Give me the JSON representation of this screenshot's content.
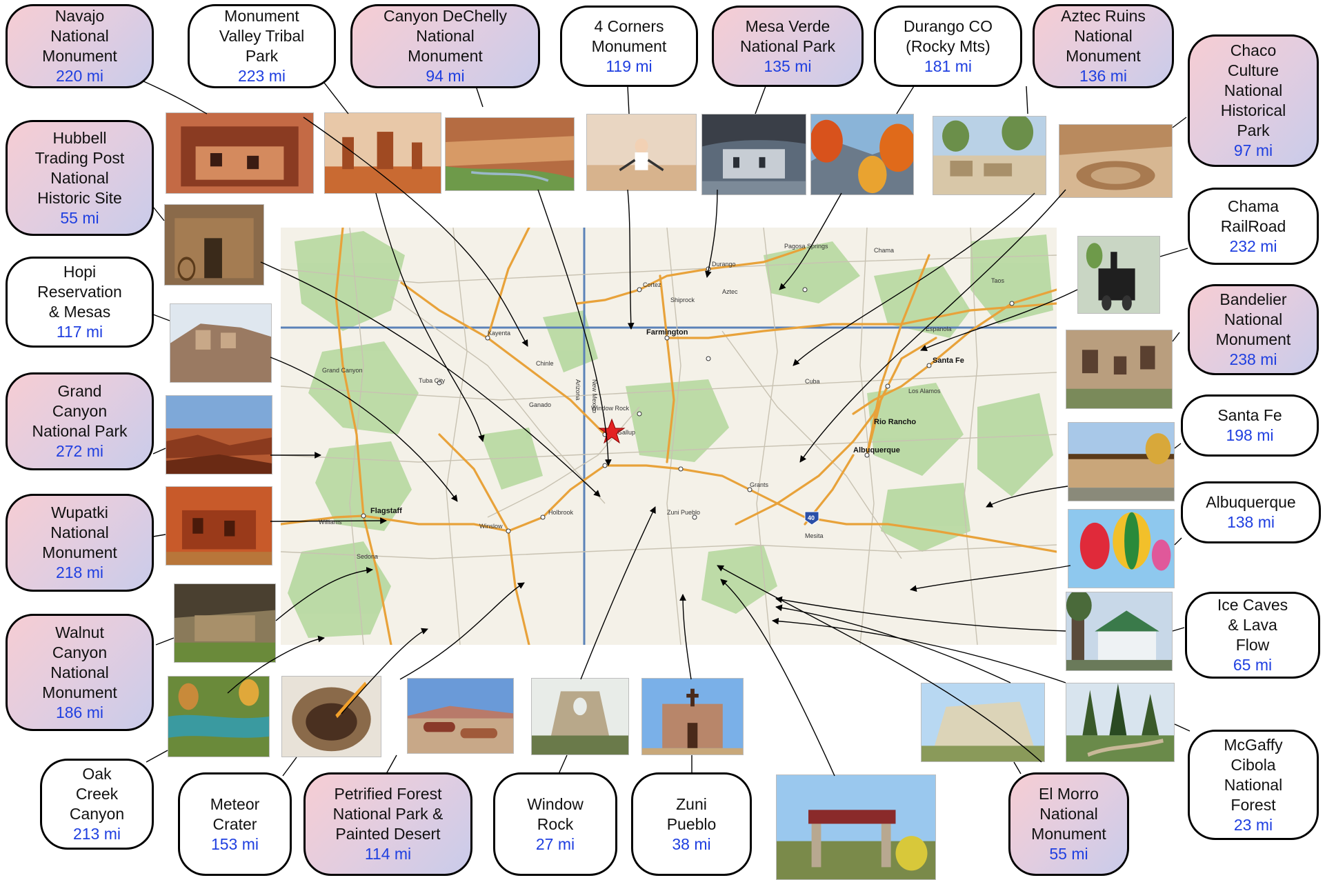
{
  "bubbles": [
    {
      "id": "navajo",
      "name": "Navajo\nNational\nMonument",
      "distance": "220 mi",
      "style": "pink"
    },
    {
      "id": "monument-valley",
      "name": "Monument\nValley Tribal\nPark",
      "distance": "223 mi",
      "style": "white"
    },
    {
      "id": "canyon-dechelly",
      "name": "Canyon DeChelly\nNational\nMonument",
      "distance": "94 mi",
      "style": "pink"
    },
    {
      "id": "four-corners",
      "name": "4 Corners\nMonument",
      "distance": "119 mi",
      "style": "white"
    },
    {
      "id": "mesa-verde",
      "name": "Mesa Verde\nNational Park",
      "distance": "135 mi",
      "style": "pink"
    },
    {
      "id": "durango",
      "name": "Durango CO\n(Rocky Mts)",
      "distance": "181 mi",
      "style": "white"
    },
    {
      "id": "aztec-ruins",
      "name": "Aztec Ruins\nNational\nMonument",
      "distance": "136 mi",
      "style": "pink"
    },
    {
      "id": "chaco",
      "name": "Chaco\nCulture\nNational\nHistorical\nPark",
      "distance": "97 mi",
      "style": "pink"
    },
    {
      "id": "hubbell",
      "name": "Hubbell\nTrading Post\nNational\nHistoric Site",
      "distance": "55 mi",
      "style": "pink"
    },
    {
      "id": "chama",
      "name": "Chama\nRailRoad",
      "distance": "232 mi",
      "style": "white"
    },
    {
      "id": "hopi",
      "name": "Hopi\nReservation\n& Mesas",
      "distance": "117 mi",
      "style": "white"
    },
    {
      "id": "bandelier",
      "name": "Bandelier\nNational\nMonument",
      "distance": "238 mi",
      "style": "pink"
    },
    {
      "id": "grand-canyon",
      "name": "Grand\nCanyon\nNational Park",
      "distance": "272 mi",
      "style": "pink"
    },
    {
      "id": "santa-fe",
      "name": "Santa Fe",
      "distance": "198 mi",
      "style": "white"
    },
    {
      "id": "wupatki",
      "name": "Wupatki\nNational\nMonument",
      "distance": "218 mi",
      "style": "pink"
    },
    {
      "id": "albuquerque",
      "name": "Albuquerque",
      "distance": "138 mi",
      "style": "white"
    },
    {
      "id": "ice-caves",
      "name": "Ice Caves\n& Lava\nFlow",
      "distance": "65 mi",
      "style": "white"
    },
    {
      "id": "walnut-canyon",
      "name": "Walnut\nCanyon\nNational\nMonument",
      "distance": "186 mi",
      "style": "pink"
    },
    {
      "id": "mcgaffy",
      "name": "McGaffy\nCibola\nNational\nForest",
      "distance": "23 mi",
      "style": "white"
    },
    {
      "id": "oak-creek",
      "name": "Oak\nCreek\nCanyon",
      "distance": "213 mi",
      "style": "white"
    },
    {
      "id": "meteor-crater",
      "name": "Meteor\nCrater",
      "distance": "153 mi",
      "style": "white"
    },
    {
      "id": "petrified-forest",
      "name": "Petrified Forest\nNational Park &\nPainted Desert",
      "distance": "114 mi",
      "style": "pink"
    },
    {
      "id": "window-rock",
      "name": "Window\nRock",
      "distance": "27 mi",
      "style": "white"
    },
    {
      "id": "zuni",
      "name": "Zuni\nPueblo",
      "distance": "38 mi",
      "style": "white"
    },
    {
      "id": "el-morro",
      "name": "El Morro\nNational\nMonument",
      "distance": "55 mi",
      "style": "pink"
    }
  ],
  "map_labels": {
    "farmington": "Farmington",
    "flagstaff": "Flagstaff",
    "albuquerque": "Albuquerque",
    "santa_fe": "Santa Fe",
    "rio_rancho": "Rio Rancho",
    "gallup": "Gallup",
    "kayenta": "Kayenta",
    "tuba_city": "Tuba City",
    "durango": "Durango",
    "cortez": "Cortez",
    "window_rock": "Window Rock",
    "grants": "Grants",
    "winslow": "Winslow",
    "holbrook": "Holbrook",
    "chinle": "Chinle",
    "ganado": "Ganado",
    "shiprock": "Shiprock",
    "cuba": "Cuba",
    "espanola": "Espanola",
    "zuni_pueblo": "Zuni Pueblo",
    "sedona": "Sedona",
    "williams": "Williams",
    "grand_canyon": "Grand Canyon",
    "aztec": "Aztec",
    "pagosa_springs": "Pagosa Springs",
    "chama": "Chama",
    "mesita": "Mesita",
    "los_alamos": "Los Alamos",
    "taos": "Taos",
    "arizona": "Arizona",
    "new_mexico": "New Mexico",
    "i40": "40"
  },
  "colors": {
    "bubble_pink_start": "#f6cdd3",
    "bubble_pink_end": "#c9cbea",
    "distance_text": "#1f3fe0",
    "route_orange": "#e8a23a",
    "forest_green": "#b9d9a3",
    "state_line": "#5b82b8"
  }
}
